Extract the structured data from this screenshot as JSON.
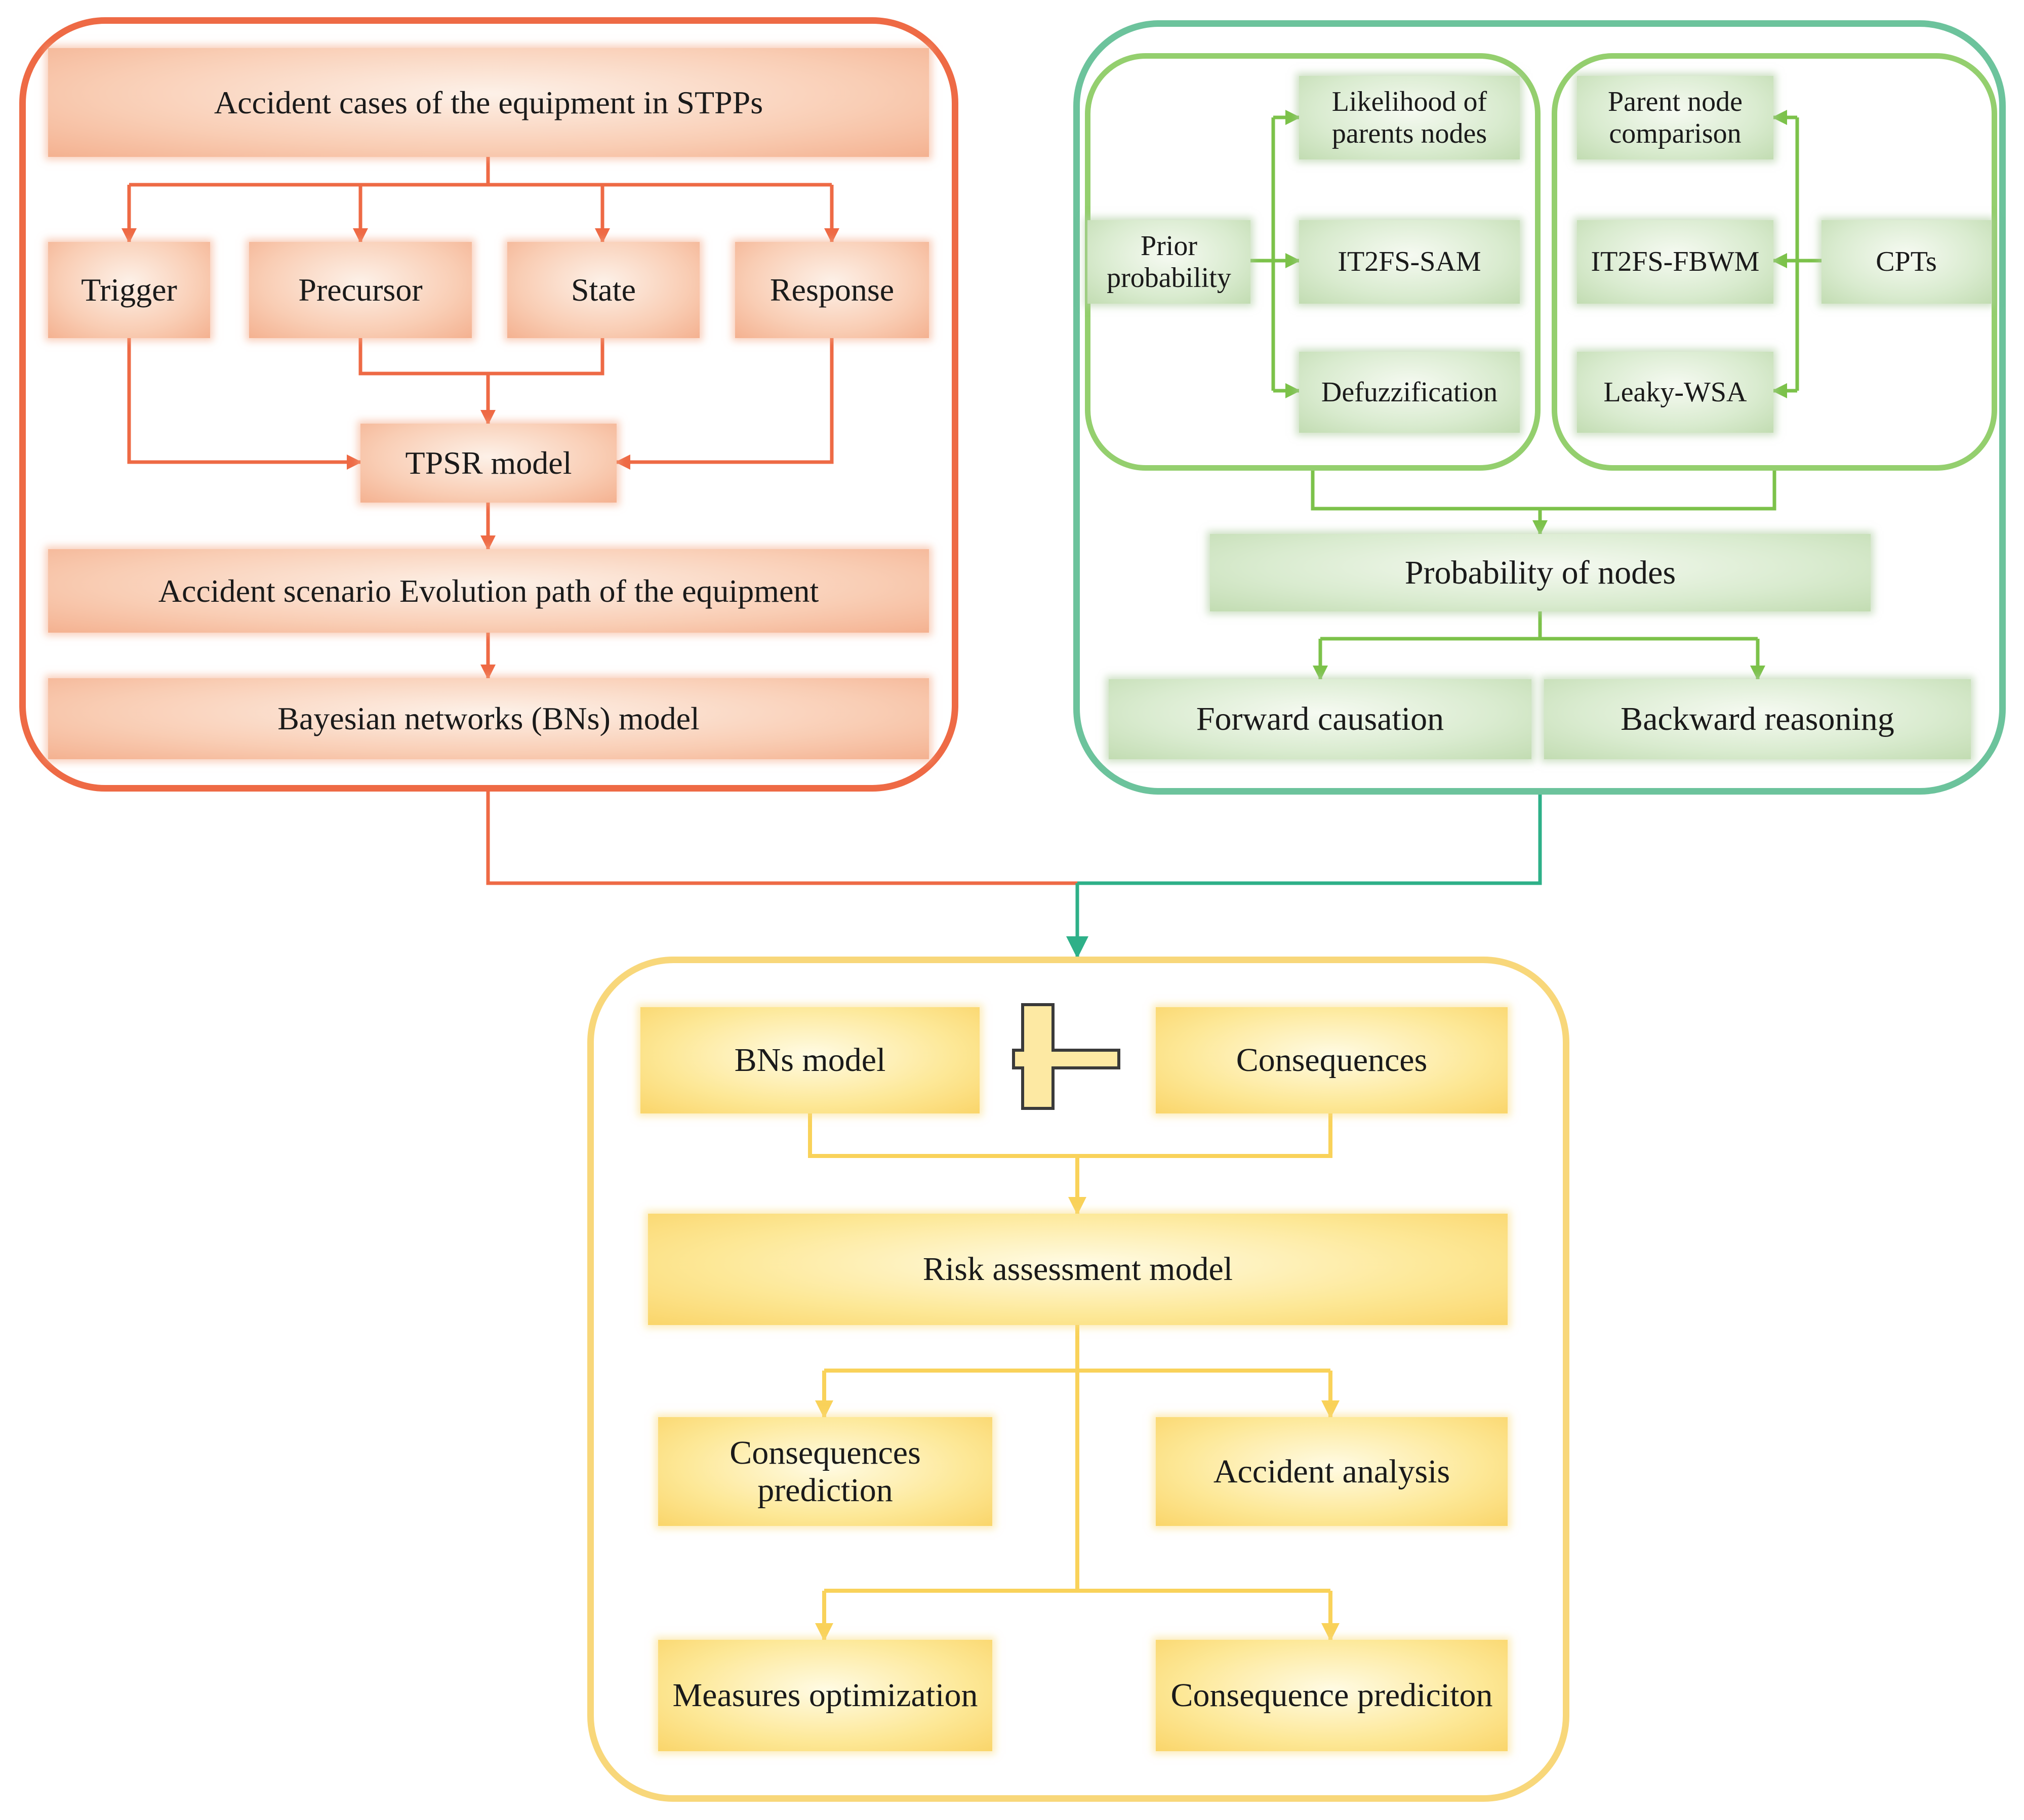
{
  "orange_panel": {
    "accident_cases": "Accident cases of the equipment in STPPs",
    "trigger": "Trigger",
    "precursor": "Precursor",
    "state": "State",
    "response": "Response",
    "tpsr_model": "TPSR model",
    "evolution_path": "Accident scenario Evolution path of the equipment",
    "bns_model": "Bayesian networks (BNs) model"
  },
  "green_panel": {
    "likelihood": "Likelihood of parents nodes",
    "prior_probability": "Prior probability",
    "it2fs_sam": "IT2FS-SAM",
    "defuzzification": "Defuzzification",
    "parent_node_comparison": "Parent node comparison",
    "it2fs_fbwm": "IT2FS-FBWM",
    "cpts": "CPTs",
    "leaky_wsa": "Leaky-WSA",
    "probability_of_nodes": "Probability of nodes",
    "forward_causation": "Forward causation",
    "backward_reasoning": "Backward reasoning"
  },
  "yellow_panel": {
    "bns_model": "BNs model",
    "consequences": "Consequences",
    "risk_assessment_model": "Risk assessment model",
    "consequences_prediction": "Consequences prediction",
    "accident_analysis": "Accident analysis",
    "measures_optimization": "Measures optimization",
    "consequence_prediciton": "Consequence prediciton"
  },
  "colors": {
    "orange": "#ee6a45",
    "teal": "#4fbf94",
    "green": "#7cc24a",
    "yellow": "#f9d25a"
  }
}
